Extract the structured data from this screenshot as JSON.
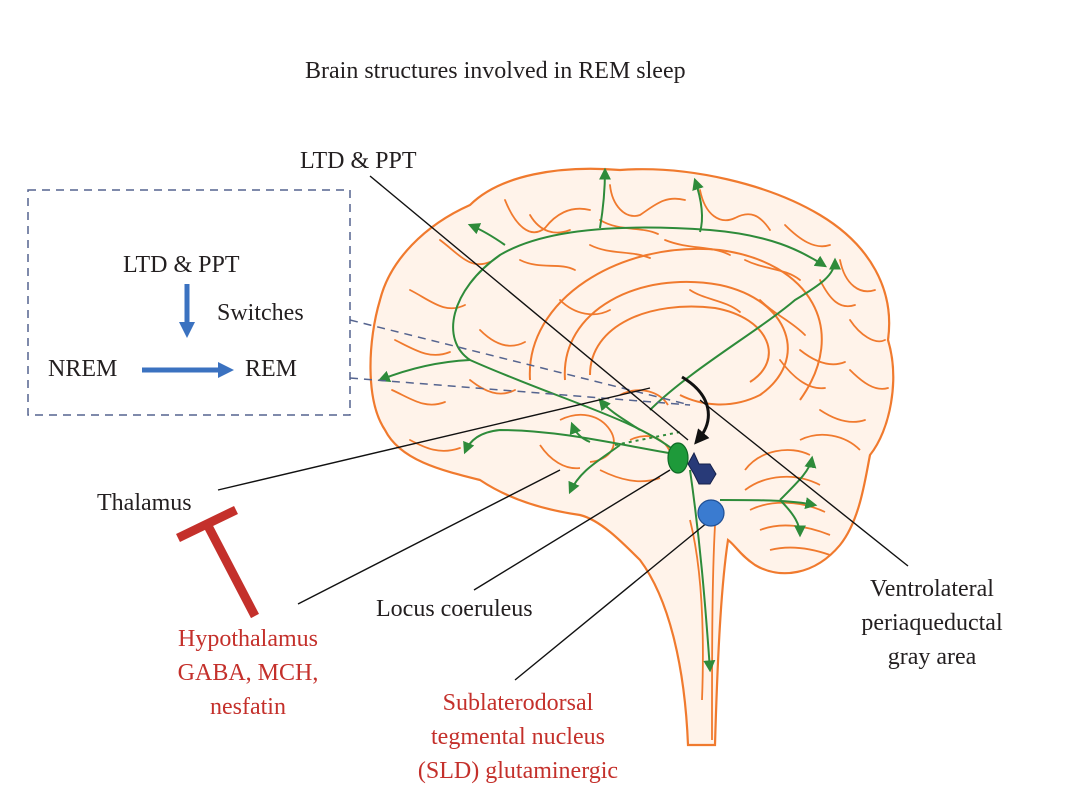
{
  "title": "Brain structures involved in REM sleep",
  "inset": {
    "top_label": "LTD & PPT",
    "switch_label": "Switches",
    "left_label": "NREM",
    "right_label": "REM"
  },
  "labels": {
    "ltd_ppt": "LTD & PPT",
    "thalamus": "Thalamus",
    "hypothalamus": [
      "Hypothalamus",
      "GABA, MCH,",
      "nesfatin"
    ],
    "locus_coeruleus": "Locus coeruleus",
    "sld": [
      "Sublaterodorsal",
      "tegmental nucleus",
      "(SLD) glutaminergic"
    ],
    "vlpag": [
      "Ventrolateral",
      "periaqueductal",
      "gray area"
    ]
  },
  "colors": {
    "text": "#231f20",
    "red_text": "#c4302b",
    "brain_outline": "#f07a2e",
    "brain_fill": "#fff3ea",
    "pathway": "#2e8b3a",
    "arrow_blue": "#3b72c0",
    "inhibit_red": "#c4302b",
    "dashed_box": "#55648f",
    "node_green": "#1e9a3a",
    "node_navy": "#283a78",
    "node_blue": "#3a7bd0"
  },
  "icons": {
    "inhibition": "t-bar-inhibit-icon",
    "switch_arrow": "down-arrow-icon",
    "transition_arrow": "right-arrow-icon",
    "curved_arrow": "curved-arrow-icon"
  }
}
